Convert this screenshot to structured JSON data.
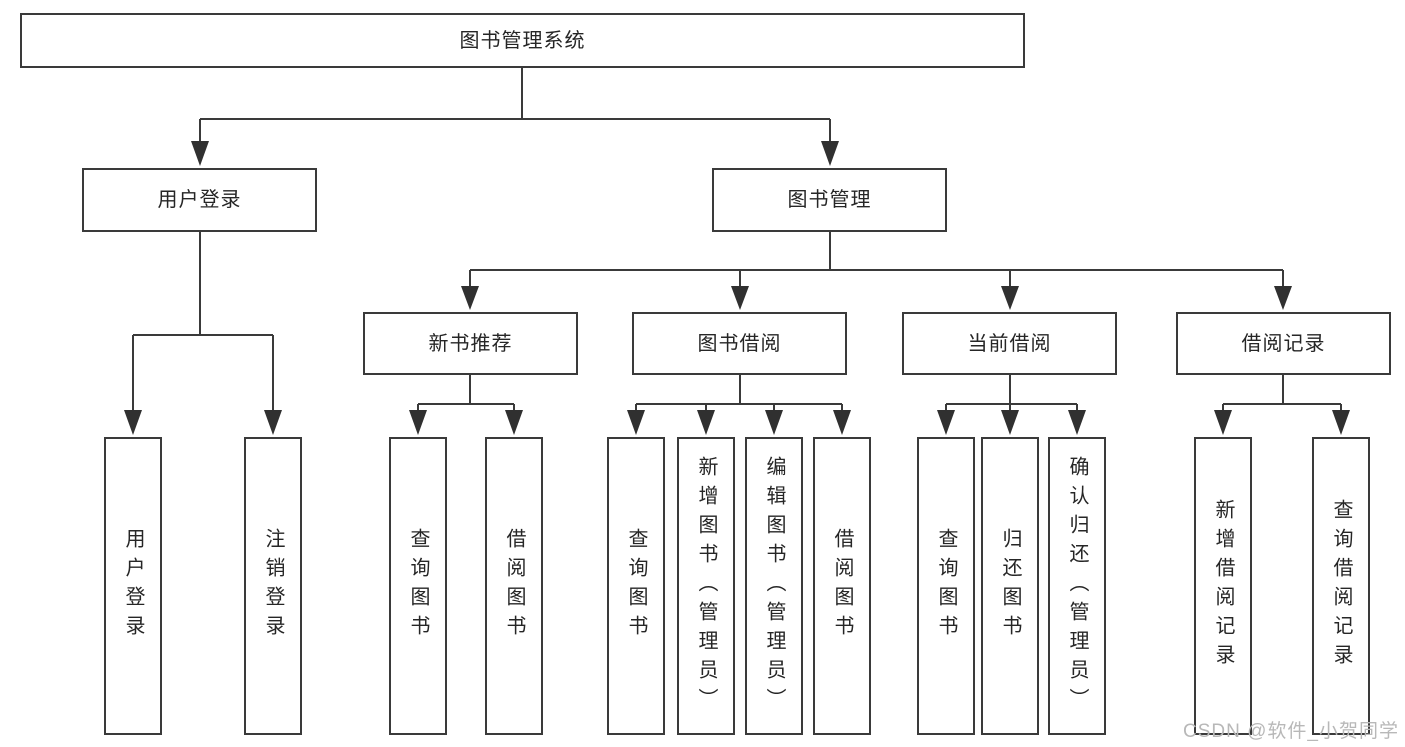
{
  "diagram": {
    "title": "图书管理系统",
    "root": {
      "label": "图书管理系统"
    },
    "level2": [
      {
        "id": "user-login",
        "label": "用户登录"
      },
      {
        "id": "book-management",
        "label": "图书管理"
      }
    ],
    "level3": [
      {
        "id": "new-book-recommend",
        "label": "新书推荐"
      },
      {
        "id": "book-borrow",
        "label": "图书借阅"
      },
      {
        "id": "current-borrow",
        "label": "当前借阅"
      },
      {
        "id": "borrow-records",
        "label": "借阅记录"
      }
    ],
    "leaves": {
      "user_login": [
        {
          "label": "用户登录"
        },
        {
          "label": "注销登录"
        }
      ],
      "new_book_recommend": [
        {
          "label": "查询图书"
        },
        {
          "label": "借阅图书"
        }
      ],
      "book_borrow": [
        {
          "label": "查询图书"
        },
        {
          "label": "新增图书（管理员）"
        },
        {
          "label": "编辑图书（管理员）"
        },
        {
          "label": "借阅图书"
        }
      ],
      "current_borrow": [
        {
          "label": "查询图书"
        },
        {
          "label": "归还图书"
        },
        {
          "label": "确认归还（管理员）"
        }
      ],
      "borrow_records": [
        {
          "label": "新增借阅记录"
        },
        {
          "label": "查询借阅记录"
        }
      ]
    }
  },
  "watermark": {
    "text": "CSDN @软件_小贺同学"
  },
  "colors": {
    "background": "#ffffff",
    "box_border": "#3a3a3a",
    "connector": "#3a3a3a",
    "text": "#262626",
    "watermark": "#b8b8b8"
  }
}
